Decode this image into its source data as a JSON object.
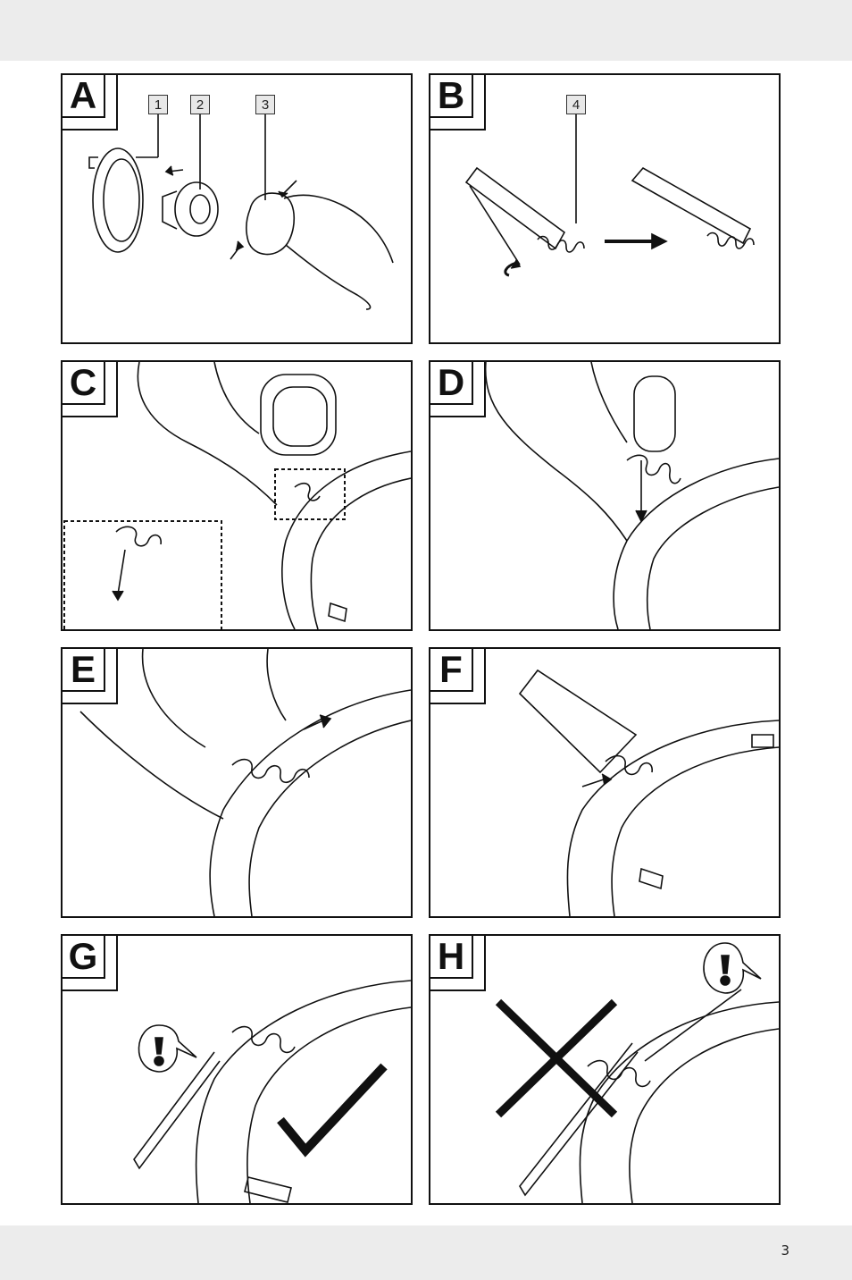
{
  "panels": [
    {
      "letter": "A",
      "callouts": [
        "1",
        "2",
        "3"
      ]
    },
    {
      "letter": "B",
      "callouts": [
        "4"
      ]
    },
    {
      "letter": "C"
    },
    {
      "letter": "D"
    },
    {
      "letter": "E"
    },
    {
      "letter": "F"
    },
    {
      "letter": "G",
      "icon": "exclamation-icon",
      "mark": "checkmark-icon"
    },
    {
      "letter": "H",
      "icon": "exclamation-icon",
      "mark": "cross-icon"
    }
  ],
  "page_number": "3"
}
